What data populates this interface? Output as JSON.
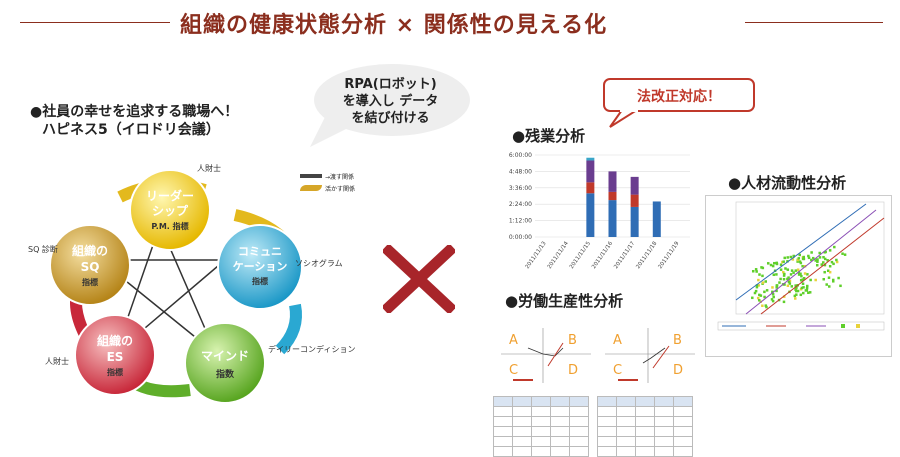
{
  "title": {
    "text": "組織の健康状態分析 × 関係性の見える化"
  },
  "happiness": {
    "heading_line1": "●社員の幸せを追求する職場へ！",
    "heading_line2": "ハピネス5（イロドリ会議）",
    "circles": [
      {
        "line1": "リーダー",
        "line2": "シップ",
        "sub": "P.M. 指標"
      },
      {
        "line1": "コミュニ",
        "line2": "ケーション",
        "sub": "指標"
      },
      {
        "line1": "マインド",
        "line2": "",
        "sub": "指数"
      },
      {
        "line1": "組織の",
        "line2": "ES",
        "sub": "指標"
      },
      {
        "line1": "組織の",
        "line2": "SQ",
        "sub": "指標"
      }
    ],
    "labels": {
      "jinzaishi_top": "人財士",
      "sociogram": "ソシオグラム",
      "daily": "デイリーコンディション",
      "jinzaishi_bottom": "人財士",
      "sq_diag": "SQ 診断"
    },
    "legend": [
      {
        "label": "→渡す関係"
      },
      {
        "label": "活かす関係"
      }
    ]
  },
  "bubble": {
    "line1": "RPA(ロボット)",
    "line2": "を導入し データ",
    "line3": "を結び付ける"
  },
  "callout": {
    "text": "法改正対応！"
  },
  "overtime": {
    "heading": "●残業分析",
    "yticks": [
      "6:00:00",
      "4:48:00",
      "3:36:00",
      "2:24:00",
      "1:12:00",
      "0:00:00"
    ],
    "xticks": [
      "2011/11/13",
      "2011/11/14",
      "2011/11/15",
      "2011/11/16",
      "2011/11/17",
      "2011/11/18",
      "2011/11/19"
    ]
  },
  "productivity": {
    "heading": "●労働生産性分析",
    "quadrants": [
      "A",
      "B",
      "C",
      "D"
    ]
  },
  "mobility": {
    "heading": "●人材流動性分析"
  },
  "chart_data": {
    "type": "bar",
    "categories": [
      "2011/11/13",
      "2011/11/14",
      "2011/11/15",
      "2011/11/16",
      "2011/11/17",
      "2011/11/18",
      "2011/11/19"
    ],
    "ylim": [
      0,
      6
    ],
    "series": [
      {
        "values": [
          0,
          0,
          3.2,
          2.7,
          2.2,
          2.6,
          0
        ],
        "color": "#2f6db5"
      },
      {
        "values": [
          0,
          0,
          0.8,
          0.6,
          0.9,
          0,
          0
        ],
        "color": "#c0392b"
      },
      {
        "values": [
          0,
          0,
          1.6,
          1.5,
          1.3,
          0,
          0
        ],
        "color": "#6a3d8f"
      },
      {
        "values": [
          0,
          0,
          0.2,
          0,
          0,
          0,
          0
        ],
        "color": "#3aa6c9"
      }
    ]
  }
}
